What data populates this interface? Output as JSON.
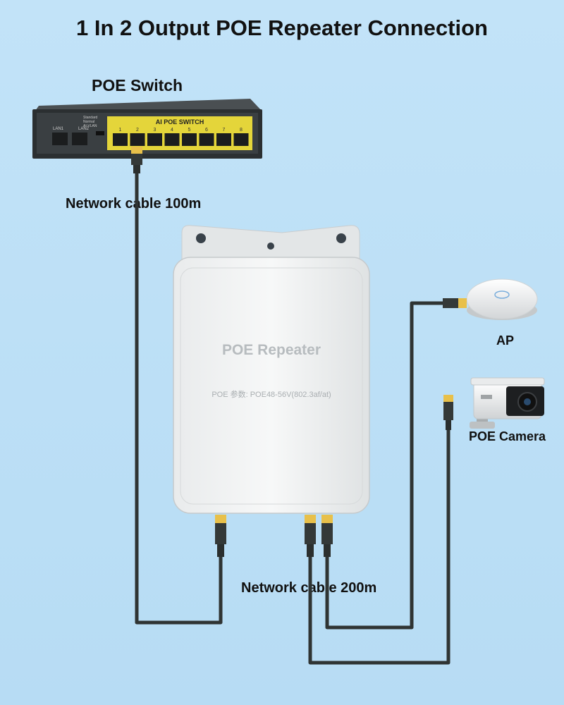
{
  "title": "1 In 2 Output POE Repeater Connection",
  "switch": {
    "label": "POE Switch",
    "brand_text": "AI POE SWITCH",
    "lan_labels": [
      "LAN1",
      "LAN2"
    ],
    "port_numbers": [
      "1",
      "2",
      "3",
      "4",
      "5",
      "6",
      "7",
      "8"
    ],
    "mode_labels": [
      "Standard",
      "Normal",
      "AI-VLAN"
    ]
  },
  "cables": {
    "input_label": "Network cable 100m",
    "output_label": "Network cable 200m",
    "cable_color": "#2f3433",
    "connector_color": "#e8c04a"
  },
  "repeater": {
    "name": "POE Repeater",
    "spec": "POE 参数: POE48-56V(802.3af/at)"
  },
  "devices": {
    "ap_label": "AP",
    "camera_label": "POE Camera"
  }
}
